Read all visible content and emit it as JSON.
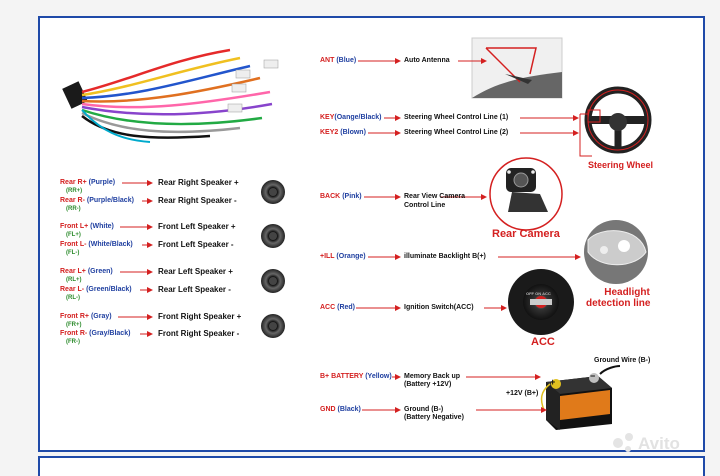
{
  "antenna": {
    "wire_name": "ANT",
    "wire_color": "(Blue)",
    "label": "Auto Antenna"
  },
  "steering": {
    "key1_name": "KEY",
    "key1_color": "(Oange/Black)",
    "key1_label": "Steering Wheel Control Line (1)",
    "key2_name": "KEY2",
    "key2_color": "(Blown)",
    "key2_label": "Steering Wheel Control Line (2)",
    "caption": "Steering Wheel"
  },
  "camera": {
    "wire_name": "BACK",
    "wire_color": "(Pink)",
    "label_line1": "Rear View Camera",
    "label_line2": "Control Line",
    "caption": "Rear Camera"
  },
  "ill": {
    "wire_name": "+ILL",
    "wire_color": "(Orange)",
    "label": "illuminate Backlight B(+)",
    "caption_line1": "Headlight",
    "caption_line2": "detection line"
  },
  "acc": {
    "wire_name": "ACC",
    "wire_color": "(Red)",
    "label": "Ignition Switch(ACC)",
    "caption": "ACC",
    "key_text": "OFF ON ACC"
  },
  "battery": {
    "wire_name": "B+ BATTERY",
    "wire_color": "(Yellow)",
    "label_line1": "Memory Back up",
    "label_line2": "(Battery +12V)",
    "plus12": "+12V  (B+)",
    "ground_wire": "Ground Wire (B-)",
    "plus_sign": "+",
    "minus_sign": "−"
  },
  "ground": {
    "wire_name": "GND",
    "wire_color": "(Black)",
    "label_line1": "Ground (B-)",
    "label_line2": "(Battery Negative)"
  },
  "speakers": [
    {
      "pos_name": "Rear R+",
      "pos_color": "(Purple)",
      "pos_code": "(RR+)",
      "pos_label": "Rear Right Speaker +",
      "neg_name": "Rear R-",
      "neg_color": "(Purple/Black)",
      "neg_code": "(RR-)",
      "neg_label": "Rear Right Speaker -"
    },
    {
      "pos_name": "Front L+",
      "pos_color": "(White)",
      "pos_code": "(FL+)",
      "pos_label": "Front Left Speaker +",
      "neg_name": "Front L-",
      "neg_color": "(White/Black)",
      "neg_code": "(FL-)",
      "neg_label": "Front Left Speaker -"
    },
    {
      "pos_name": "Rear L+",
      "pos_color": "(Green)",
      "pos_code": "(RL+)",
      "pos_label": "Rear Left Speaker +",
      "neg_name": "Rear L-",
      "neg_color": "(Green/Black)",
      "neg_code": "(RL-)",
      "neg_label": "Rear Left Speaker -"
    },
    {
      "pos_name": "Front R+",
      "pos_color": "(Gray)",
      "pos_code": "(FR+)",
      "pos_label": "Front Right Speaker +",
      "neg_name": "Front R-",
      "neg_color": "(Gray/Black)",
      "neg_code": "(FR-)",
      "neg_label": "Front Right Speaker -"
    }
  ],
  "watermark": "Avito",
  "colors": {
    "border": "#1f4aa8",
    "accent_red": "#d42020",
    "label_blue": "#1f3fa0",
    "code_green": "#2a8a2a"
  }
}
